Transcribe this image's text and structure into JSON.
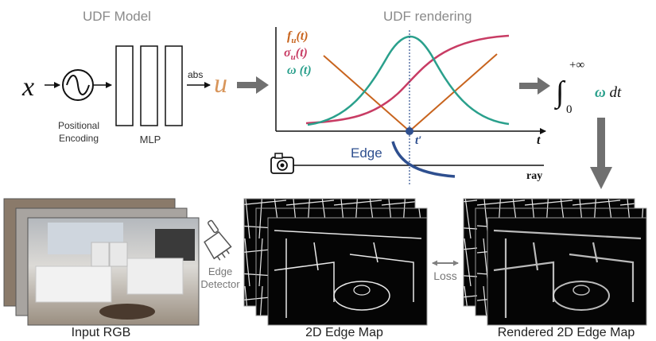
{
  "titles": {
    "udf_model": "UDF Model",
    "udf_rendering": "UDF rendering"
  },
  "model": {
    "input_symbol": "x",
    "encoding_label_line1": "Positional",
    "encoding_label_line2": "Encoding",
    "mlp_label": "MLP",
    "abs_label": "abs",
    "output_symbol": "u"
  },
  "plot": {
    "legend_f_main": "f",
    "legend_f_sub": "u",
    "legend_f_arg": "(t)",
    "legend_sigma_main": "σ",
    "legend_sigma_sub": "u",
    "legend_sigma_arg": "(t)",
    "legend_omega": "ω (t)",
    "t_prime": "t′",
    "t_axis": "t"
  },
  "ray": {
    "edge_label": "Edge",
    "ray_label": "ray"
  },
  "integral": {
    "lower": "0",
    "upper": "+∞",
    "omega": "ω",
    "dt": " dt"
  },
  "bottom": {
    "input_rgb": "Input RGB",
    "edge_detector_line1": "Edge",
    "edge_detector_line2": "Detector",
    "edge_map": "2D Edge Map",
    "loss": "Loss",
    "rendered_edge_map": "Rendered 2D Edge Map"
  },
  "colors": {
    "f_curve": "#c8641e",
    "sigma_curve": "#c83c64",
    "omega_curve": "#2aa08c",
    "u_symbol": "#d8955a",
    "edge_blue": "#2e4f8f",
    "arrow_gray": "#707070",
    "label_gray": "#8a8a8a"
  }
}
